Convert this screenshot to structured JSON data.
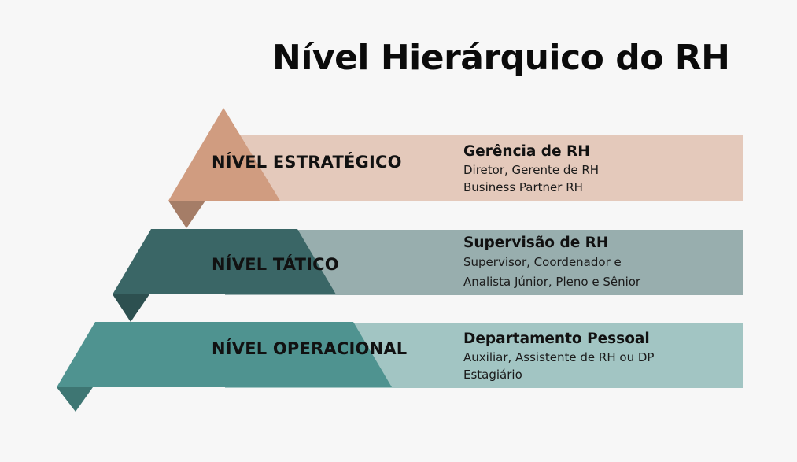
{
  "title": "Nível Hierárquico do RH",
  "colors": {
    "strategic_main": "#d09c80",
    "strategic_band": "#e4c9bb",
    "strategic_fold": "#a57d67",
    "tactical_main": "#3a6666",
    "tactical_band": "#98aeae",
    "tactical_fold": "#2d5050",
    "operational_main": "#4f9390",
    "operational_band": "#a2c5c3",
    "operational_fold": "#3e7673"
  },
  "levels": [
    {
      "label": "NÍVEL ESTRATÉGICO",
      "heading": "Gerência de RH",
      "lines": [
        "Diretor, Gerente de RH",
        "Business Partner RH"
      ]
    },
    {
      "label": "NÍVEL TÁTICO",
      "heading": "Supervisão de RH",
      "lines": [
        "Supervisor, Coordenador e",
        "Analista Júnior, Pleno e Sênior"
      ]
    },
    {
      "label": "NÍVEL OPERACIONAL",
      "heading": "Departamento Pessoal",
      "lines": [
        "Auxiliar, Assistente de RH ou DP",
        "Estagiário"
      ]
    }
  ]
}
